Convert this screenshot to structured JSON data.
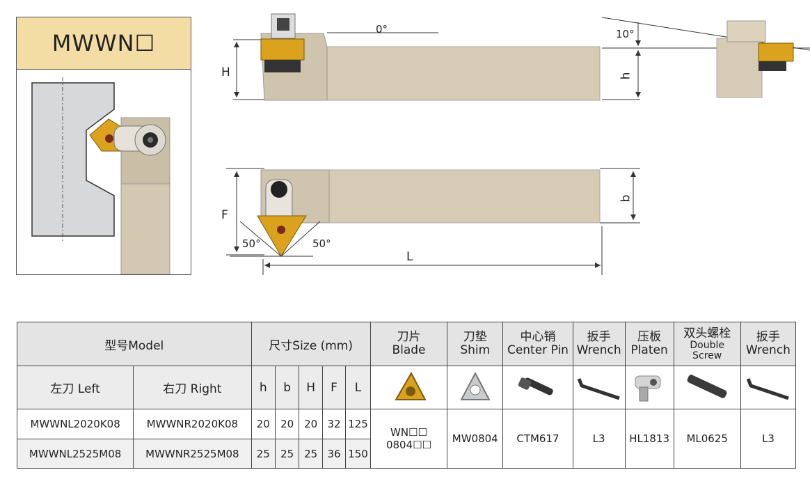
{
  "model_title": "MWWN☐",
  "dimensions": {
    "angle_top": "0°",
    "angle_side": "10°",
    "H": "H",
    "h": "h",
    "F": "F",
    "b": "b",
    "L": "L",
    "angle_left": "50°",
    "angle_right": "50°"
  },
  "table": {
    "header": {
      "model": "型号Model",
      "size": "尺寸Size (mm)",
      "blade_cn": "刀片",
      "blade_en": "Blade",
      "shim_cn": "刀垫",
      "shim_en": "Shim",
      "pin_cn": "中心销",
      "pin_en": "Center Pin",
      "wrench_cn": "扳手",
      "wrench_en": "Wrench",
      "platen_cn": "压板",
      "platen_en": "Platen",
      "screw_cn": "双头螺栓",
      "screw_en1": "Double",
      "screw_en2": "Screw",
      "wrench2_cn": "扳手",
      "wrench2_en": "Wrench"
    },
    "subheader": {
      "left": "左刀 Left",
      "right": "右刀 Right",
      "cols": [
        "h",
        "b",
        "H",
        "F",
        "L"
      ]
    },
    "rows": [
      {
        "left": "MWWNL2020K08",
        "right": "MWWNR2020K08",
        "h": "20",
        "b": "20",
        "H": "20",
        "F": "32",
        "L": "125"
      },
      {
        "left": "MWWNL2525M08",
        "right": "MWWNR2525M08",
        "h": "25",
        "b": "25",
        "H": "25",
        "F": "36",
        "L": "150"
      }
    ],
    "accessories": {
      "blade_line1": "WN☐☐",
      "blade_line2": "0804☐☐",
      "shim": "MW0804",
      "pin": "CTM617",
      "wrench": "L3",
      "platen": "HL1813",
      "screw": "ML0625",
      "wrench2": "L3"
    }
  },
  "colors": {
    "title_bg": "#f4dca5",
    "holder_body": "#d8ccb4",
    "insert_gold": "#d9a11a",
    "header_bg": "#e4e4e4"
  }
}
